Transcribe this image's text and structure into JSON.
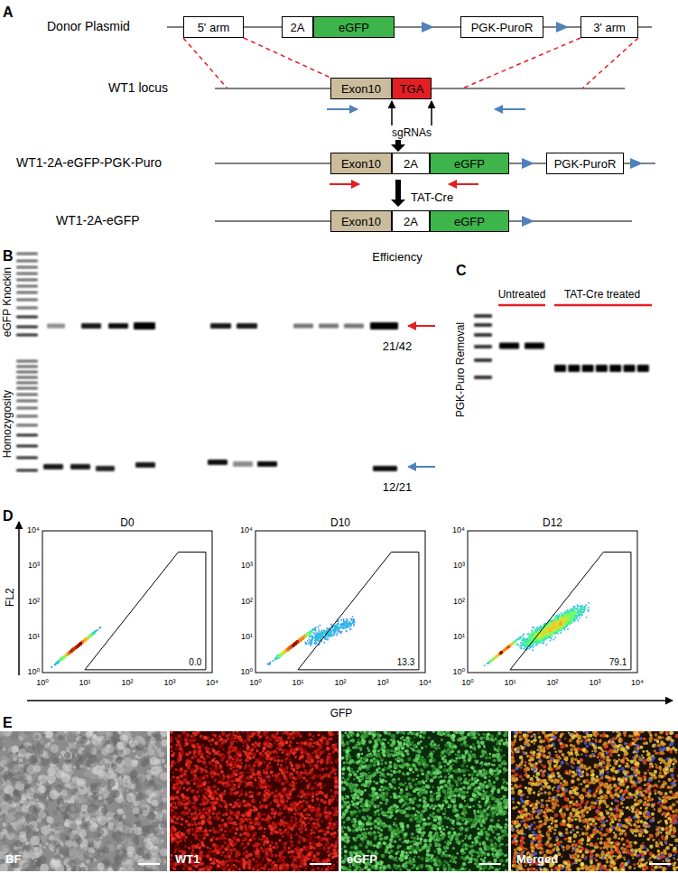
{
  "diagram": {
    "nodes": [
      {
        "text": [
          "5' arm"
        ]
      },
      {
        "text": [
          "2A"
        ]
      },
      {
        "text": [
          "eGFP"
        ]
      },
      {
        "text": [
          "PGK-PuroR"
        ]
      },
      {
        "text": [
          "3' arm"
        ]
      },
      {
        "text": [
          "Exon10"
        ]
      },
      {
        "text": [
          "TGA"
        ]
      },
      {
        "text": [
          "Exon10"
        ]
      },
      {
        "text": [
          "2A"
        ]
      },
      {
        "text": [
          "eGFP"
        ]
      },
      {
        "text": [
          "PGK-PuroR"
        ]
      },
      {
        "text": [
          "Exon10"
        ]
      },
      {
        "text": [
          "2A"
        ]
      },
      {
        "text": [
          "eGFP"
        ]
      }
    ],
    "labels": [
      "A",
      "Donor Plasmid",
      "WT1 locus",
      "sgRNAs",
      "WT1-2A-eGFP-PGK-Puro",
      "TAT-Cre",
      "WT1-2A-eGFP",
      "B",
      "eGFP Knockin",
      "Homozygosity",
      "Efficiency",
      "21/42",
      "12/21",
      "C",
      "PGK-Puro Removal",
      "Untreated",
      "TAT-Cre treated",
      "D",
      "D0",
      "D10",
      "D12",
      "FL2",
      "GFP",
      "10⁴",
      "10³",
      "10²",
      "10¹",
      "10⁰",
      "10⁰",
      "10¹",
      "10²",
      "10³",
      "10⁴",
      "0.0",
      "10⁴",
      "10³",
      "10²",
      "10¹",
      "10⁰",
      "10⁰",
      "10¹",
      "10²",
      "10³",
      "10⁴",
      "13.3",
      "10⁴",
      "10³",
      "10²",
      "10¹",
      "10⁰",
      "10⁰",
      "10¹",
      "10²",
      "10³",
      "10⁴",
      "79.1",
      "E",
      "BF",
      "WT1",
      "eGFP",
      "Merged"
    ]
  }
}
